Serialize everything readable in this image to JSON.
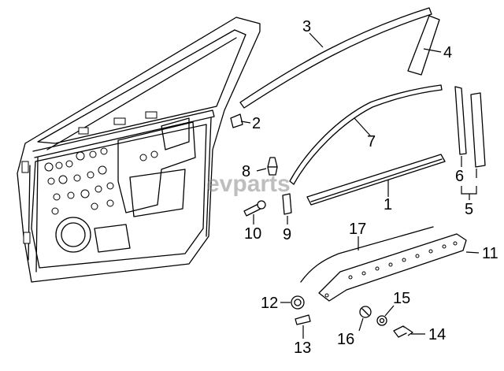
{
  "watermark": "evparts",
  "callouts": {
    "c1": "1",
    "c2": "2",
    "c3": "3",
    "c4": "4",
    "c5": "5",
    "c6": "6",
    "c7": "7",
    "c8": "8",
    "c9": "9",
    "c10": "10",
    "c11": "11",
    "c12": "12",
    "c13": "13",
    "c14": "14",
    "c15": "15",
    "c16": "16",
    "c17": "17"
  }
}
